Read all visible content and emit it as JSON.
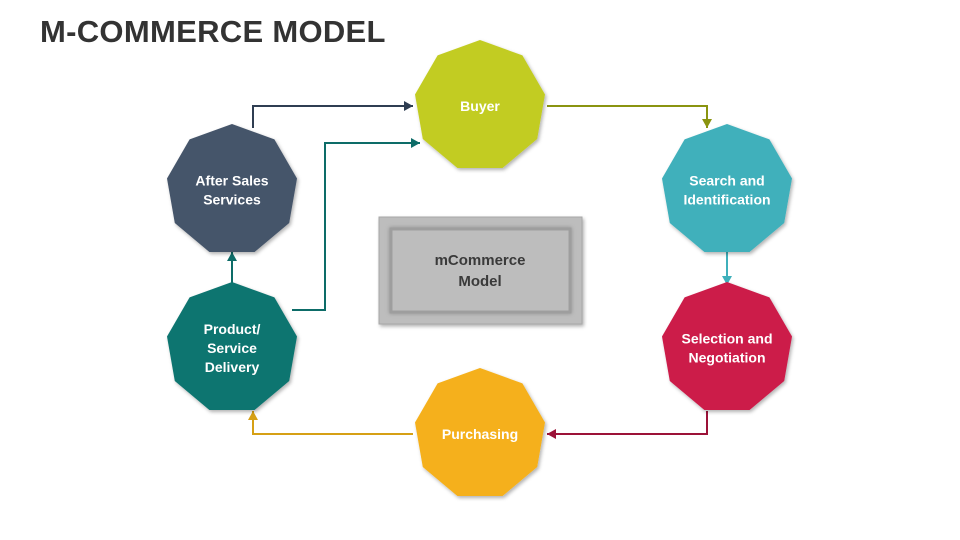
{
  "slide": {
    "title": "M-COMMERCE MODEL"
  },
  "center": {
    "lines": [
      "mCommerce",
      "Model"
    ],
    "color": "#bdbdbd"
  },
  "nodes": [
    {
      "id": "buyer",
      "lines": [
        "Buyer"
      ],
      "color": "#c2cc24"
    },
    {
      "id": "search",
      "lines": [
        "Search and",
        "Identification"
      ],
      "color": "#3fb0bb"
    },
    {
      "id": "selection",
      "lines": [
        "Selection and",
        "Negotiation"
      ],
      "color": "#cc1a4a"
    },
    {
      "id": "purchasing",
      "lines": [
        "Purchasing"
      ],
      "color": "#f5b01a"
    },
    {
      "id": "delivery",
      "lines": [
        "Product/",
        "Service",
        "Delivery"
      ],
      "color": "#0d7470"
    },
    {
      "id": "after-sales",
      "lines": [
        "After Sales",
        "Services"
      ],
      "color": "#45546a"
    }
  ],
  "connectors": [
    {
      "from": "buyer",
      "to": "search",
      "color": "#8a9410"
    },
    {
      "from": "search",
      "to": "selection",
      "color": "#3fb0bb"
    },
    {
      "from": "selection",
      "to": "purchasing",
      "color": "#9c1238"
    },
    {
      "from": "purchasing",
      "to": "delivery",
      "color": "#d6a015"
    },
    {
      "from": "delivery",
      "to": "after-sales",
      "color": "#0d6c68"
    },
    {
      "from": "after-sales",
      "to": "buyer",
      "color": "#2f3e52"
    },
    {
      "from": "delivery",
      "to": "buyer",
      "color": "#0d6c68"
    }
  ]
}
